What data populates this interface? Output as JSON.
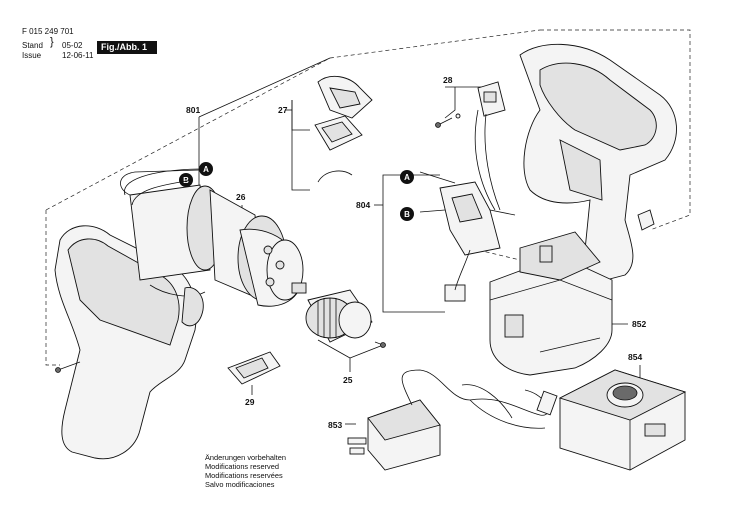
{
  "header": {
    "doc_number": "F 015 249 701",
    "stand_label": "Stand",
    "stand_value": "05-02",
    "issue_label": "Issue",
    "issue_value": "12-06-11",
    "figure_label": "Fig./Abb. 1"
  },
  "callouts": {
    "c801": "801",
    "c27": "27",
    "c28": "28",
    "c26": "26",
    "c804": "804",
    "c25": "25",
    "c29": "29",
    "c852": "852",
    "c853": "853",
    "c854": "854"
  },
  "connector_labels": {
    "a_left": "A",
    "b_left": "B",
    "a_right": "A",
    "b_right": "B"
  },
  "footer": {
    "line1": "Änderungen vorbehalten",
    "line2": "Modifications reserved",
    "line3": "Modifications reservées",
    "line4": "Salvo modificaciones"
  }
}
